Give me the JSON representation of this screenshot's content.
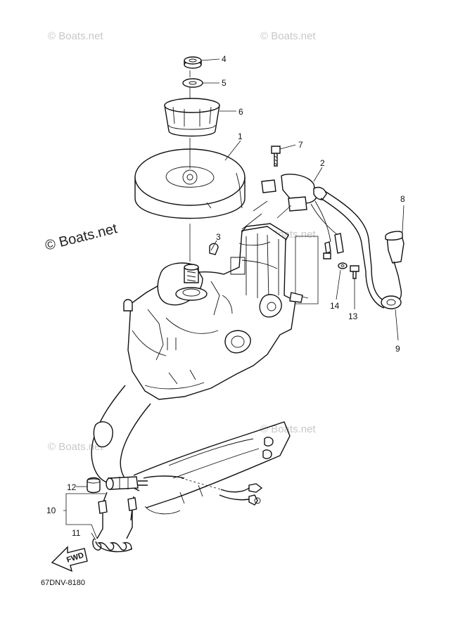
{
  "watermarks": {
    "top_left": "© Boats.net",
    "top_right": "© Boats.net",
    "center": "© Boats.net",
    "mid_left": "© Boats.net",
    "mid_right": "© Boats.net",
    "main": "© Boats.net"
  },
  "fwd_label": "FWD",
  "reference_code": "67DNV-8180",
  "callouts": {
    "c1": "1",
    "c2": "2",
    "c3": "3",
    "c4": "4",
    "c5": "5",
    "c6": "6",
    "c7": "7",
    "c8": "8",
    "c9": "9",
    "c10": "10",
    "c11": "11",
    "c12": "12",
    "c13": "13",
    "c14": "14"
  }
}
